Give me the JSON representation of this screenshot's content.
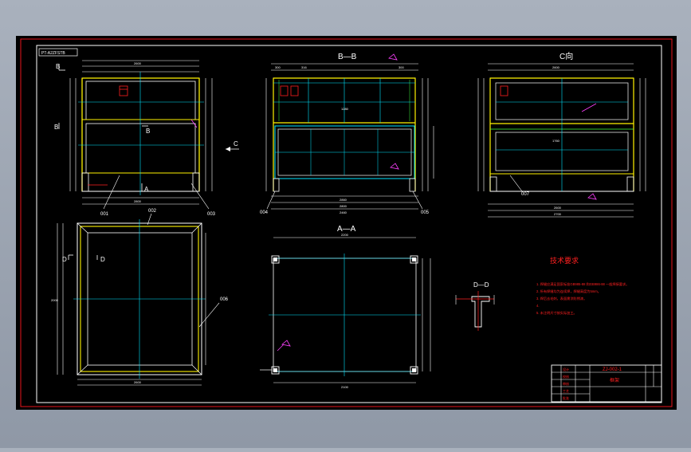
{
  "drawing": {
    "colors": {
      "paper": "#000000",
      "frame": "#e8141c",
      "outline": "#ffffff",
      "dims": "#ffffff",
      "center": "#00e5ff",
      "yellow": "#fff200",
      "red": "#ff2020",
      "magenta": "#ff40ff",
      "green": "#40ff40"
    },
    "top_left_note": "PT-A2ZFSTB",
    "views": {
      "section_b": {
        "title": "B—B",
        "dims": [
          "300",
          "316",
          "1280",
          "300"
        ],
        "overall": [
          "2860",
          "2800",
          "2460"
        ]
      },
      "section_c": {
        "title": "C向",
        "dims": [
          "2600",
          "1760"
        ],
        "overall": [
          "2600",
          "2700"
        ]
      },
      "section_a": {
        "title": "A—A",
        "dims": [
          "2200",
          "2100"
        ]
      },
      "section_d": {
        "title": "D—D"
      },
      "plan": {
        "dims": [
          "2600",
          "2000"
        ]
      }
    },
    "view_markers": {
      "b_left_top": "B",
      "b_left_mid": "B",
      "b_mid": "B",
      "a_mark": "A",
      "c_arrow": "C",
      "d_left": "D",
      "d_mid": "D"
    },
    "part_labels": [
      "001",
      "002",
      "003",
      "004",
      "005",
      "006",
      "007"
    ],
    "notes": {
      "heading": "技术要求",
      "items": [
        "1.  焊缝应满足国家标准GB985-88 和GB986-88 一般焊接要求。",
        "2.  所有焊缝均为连续焊，焊缝高度为5mm。",
        "3.  焊后去毛刺，表面需涂防锈漆。",
        "4.",
        "5.  未注明尺寸按实际加工。"
      ]
    },
    "title_block": {
      "drawing_no": "ZJ-002-1",
      "name": "框架",
      "rows": [
        "设计",
        "校核",
        "审核",
        "工艺",
        "批准"
      ]
    }
  }
}
